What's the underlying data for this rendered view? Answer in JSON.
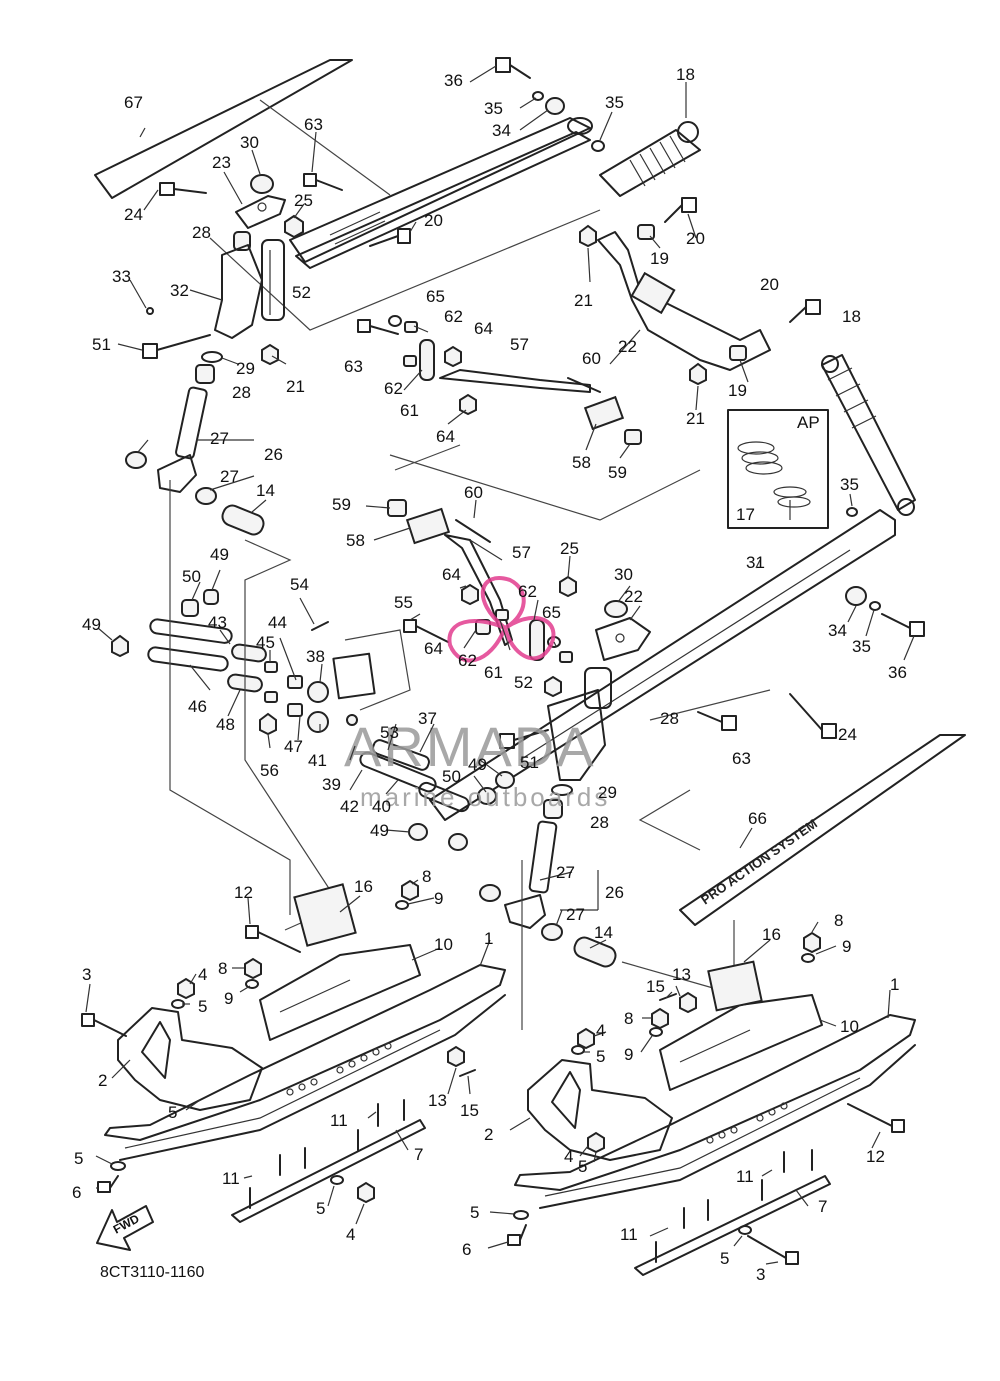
{
  "diagram": {
    "drawing_code": "8CT3110-1160",
    "fwd_label": "FWD",
    "inset_label": "AP",
    "decal_text": "PRO ACTION SYSTEM",
    "watermark": {
      "brand": "ARMADA",
      "tagline": "marine outboards",
      "logo_color": "#e23d8f"
    },
    "callouts": [
      {
        "id": "c36a",
        "text": "36"
      },
      {
        "id": "c35a",
        "text": "35"
      },
      {
        "id": "c34a",
        "text": "34"
      },
      {
        "id": "c35b",
        "text": "35"
      },
      {
        "id": "c18a",
        "text": "18"
      },
      {
        "id": "c67",
        "text": "67"
      },
      {
        "id": "c63a",
        "text": "63"
      },
      {
        "id": "c30a",
        "text": "30"
      },
      {
        "id": "c23",
        "text": "23"
      },
      {
        "id": "c25a",
        "text": "25"
      },
      {
        "id": "c24a",
        "text": "24"
      },
      {
        "id": "c28a",
        "text": "28"
      },
      {
        "id": "c20a",
        "text": "20"
      },
      {
        "id": "c19a",
        "text": "19"
      },
      {
        "id": "c20b",
        "text": "20"
      },
      {
        "id": "c33",
        "text": "33"
      },
      {
        "id": "c32",
        "text": "32"
      },
      {
        "id": "c52a",
        "text": "52"
      },
      {
        "id": "c21a",
        "text": "21"
      },
      {
        "id": "c65a",
        "text": "65"
      },
      {
        "id": "c20c",
        "text": "20"
      },
      {
        "id": "c18b",
        "text": "18"
      },
      {
        "id": "c51a",
        "text": "51"
      },
      {
        "id": "c62a",
        "text": "62"
      },
      {
        "id": "c64a",
        "text": "64"
      },
      {
        "id": "c63b",
        "text": "63"
      },
      {
        "id": "c57a",
        "text": "57"
      },
      {
        "id": "c22a",
        "text": "22"
      },
      {
        "id": "c29a",
        "text": "29"
      },
      {
        "id": "c28b",
        "text": "28"
      },
      {
        "id": "c21b",
        "text": "21"
      },
      {
        "id": "c62b",
        "text": "62"
      },
      {
        "id": "c60a",
        "text": "60"
      },
      {
        "id": "c19b",
        "text": "19"
      },
      {
        "id": "c21c",
        "text": "21"
      },
      {
        "id": "c61a",
        "text": "61"
      },
      {
        "id": "c64b",
        "text": "64"
      },
      {
        "id": "c58a",
        "text": "58"
      },
      {
        "id": "c59a",
        "text": "59"
      },
      {
        "id": "c17",
        "text": "17"
      },
      {
        "id": "c35c",
        "text": "35"
      },
      {
        "id": "c27a",
        "text": "27"
      },
      {
        "id": "c26a",
        "text": "26"
      },
      {
        "id": "c27b",
        "text": "27"
      },
      {
        "id": "c14a",
        "text": "14"
      },
      {
        "id": "c59b",
        "text": "59"
      },
      {
        "id": "c60b",
        "text": "60"
      },
      {
        "id": "c58b",
        "text": "58"
      },
      {
        "id": "c57b",
        "text": "57"
      },
      {
        "id": "c25b",
        "text": "25"
      },
      {
        "id": "c30b",
        "text": "30"
      },
      {
        "id": "c31",
        "text": "31"
      },
      {
        "id": "c49a",
        "text": "49"
      },
      {
        "id": "c50a",
        "text": "50"
      },
      {
        "id": "c54",
        "text": "54"
      },
      {
        "id": "c64c",
        "text": "64"
      },
      {
        "id": "c55",
        "text": "55"
      },
      {
        "id": "c62c",
        "text": "62"
      },
      {
        "id": "c65b",
        "text": "65"
      },
      {
        "id": "c22b",
        "text": "22"
      },
      {
        "id": "c34b",
        "text": "34"
      },
      {
        "id": "c35d",
        "text": "35"
      },
      {
        "id": "c36b",
        "text": "36"
      },
      {
        "id": "c49b",
        "text": "49"
      },
      {
        "id": "c43",
        "text": "43"
      },
      {
        "id": "c44",
        "text": "44"
      },
      {
        "id": "c45",
        "text": "45"
      },
      {
        "id": "c38",
        "text": "38"
      },
      {
        "id": "c64d",
        "text": "64"
      },
      {
        "id": "c62d",
        "text": "62"
      },
      {
        "id": "c61b",
        "text": "61"
      },
      {
        "id": "c52b",
        "text": "52"
      },
      {
        "id": "c28c",
        "text": "28"
      },
      {
        "id": "c46",
        "text": "46"
      },
      {
        "id": "c48",
        "text": "48"
      },
      {
        "id": "c47",
        "text": "47"
      },
      {
        "id": "c41",
        "text": "41"
      },
      {
        "id": "c56",
        "text": "56"
      },
      {
        "id": "c53",
        "text": "53"
      },
      {
        "id": "c37",
        "text": "37"
      },
      {
        "id": "c63c",
        "text": "63"
      },
      {
        "id": "c24b",
        "text": "24"
      },
      {
        "id": "c51b",
        "text": "51"
      },
      {
        "id": "c39",
        "text": "39"
      },
      {
        "id": "c49c",
        "text": "49"
      },
      {
        "id": "c50b",
        "text": "50"
      },
      {
        "id": "c42",
        "text": "42"
      },
      {
        "id": "c40",
        "text": "40"
      },
      {
        "id": "c29b",
        "text": "29"
      },
      {
        "id": "c28d",
        "text": "28"
      },
      {
        "id": "c49d",
        "text": "49"
      },
      {
        "id": "c66",
        "text": "66"
      },
      {
        "id": "c27c",
        "text": "27"
      },
      {
        "id": "c26b",
        "text": "26"
      },
      {
        "id": "c27d",
        "text": "27"
      },
      {
        "id": "c16a",
        "text": "16"
      },
      {
        "id": "c8a",
        "text": "8"
      },
      {
        "id": "c12a",
        "text": "12"
      },
      {
        "id": "c9a",
        "text": "9"
      },
      {
        "id": "c10a",
        "text": "10"
      },
      {
        "id": "c1a",
        "text": "1"
      },
      {
        "id": "c3a",
        "text": "3"
      },
      {
        "id": "c4a",
        "text": "4"
      },
      {
        "id": "c8b",
        "text": "8"
      },
      {
        "id": "c5a",
        "text": "5"
      },
      {
        "id": "c9b",
        "text": "9"
      },
      {
        "id": "c2a",
        "text": "2"
      },
      {
        "id": "c5b",
        "text": "5"
      },
      {
        "id": "c13a",
        "text": "13"
      },
      {
        "id": "c15a",
        "text": "15"
      },
      {
        "id": "c11a",
        "text": "11"
      },
      {
        "id": "c7a",
        "text": "7"
      },
      {
        "id": "c5c",
        "text": "5"
      },
      {
        "id": "c6a",
        "text": "6"
      },
      {
        "id": "c11b",
        "text": "11"
      },
      {
        "id": "c5d",
        "text": "5"
      },
      {
        "id": "c4b",
        "text": "4"
      },
      {
        "id": "c14b",
        "text": "14"
      },
      {
        "id": "c16b",
        "text": "16"
      },
      {
        "id": "c8c",
        "text": "8"
      },
      {
        "id": "c9c",
        "text": "9"
      },
      {
        "id": "c1b",
        "text": "1"
      },
      {
        "id": "c15b",
        "text": "15"
      },
      {
        "id": "c13b",
        "text": "13"
      },
      {
        "id": "c10b",
        "text": "10"
      },
      {
        "id": "c8d",
        "text": "8"
      },
      {
        "id": "c4c",
        "text": "4"
      },
      {
        "id": "c9d",
        "text": "9"
      },
      {
        "id": "c5e",
        "text": "5"
      },
      {
        "id": "c2b",
        "text": "2"
      },
      {
        "id": "c5f",
        "text": "5"
      },
      {
        "id": "c4d",
        "text": "4"
      },
      {
        "id": "c12b",
        "text": "12"
      },
      {
        "id": "c11c",
        "text": "11"
      },
      {
        "id": "c7b",
        "text": "7"
      },
      {
        "id": "c5g",
        "text": "5"
      },
      {
        "id": "c11d",
        "text": "11"
      },
      {
        "id": "c6b",
        "text": "6"
      },
      {
        "id": "c5h",
        "text": "5"
      },
      {
        "id": "c3b",
        "text": "3"
      }
    ]
  }
}
